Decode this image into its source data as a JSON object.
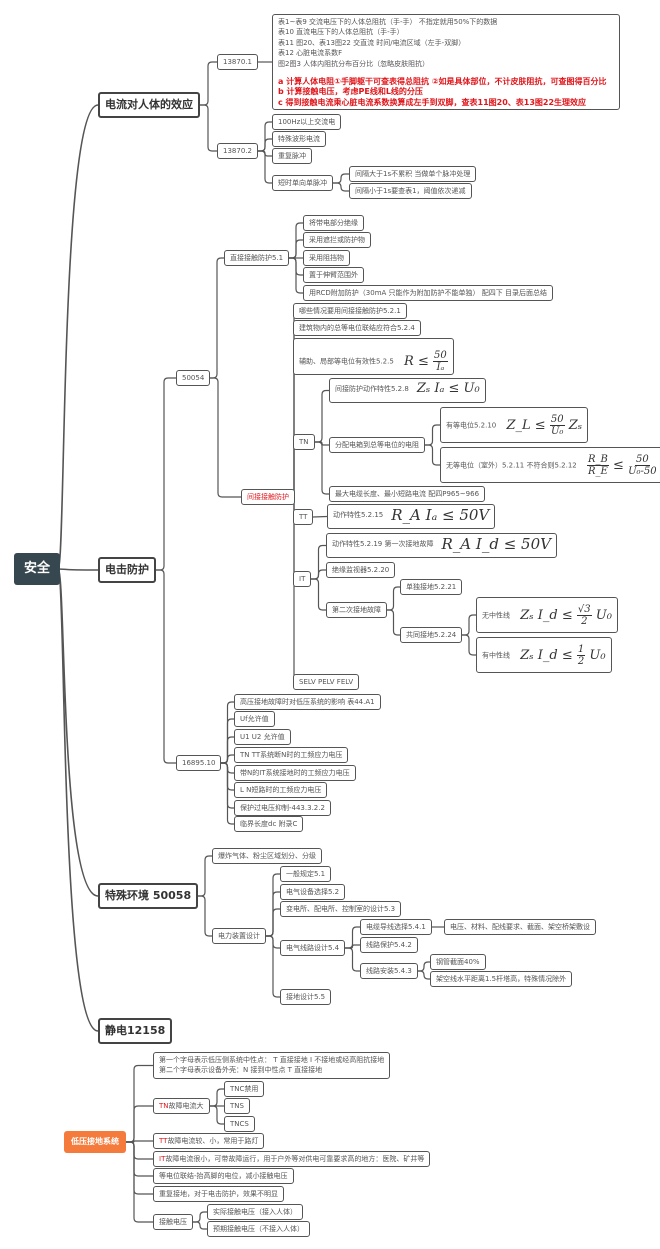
{
  "root": "安全",
  "effects": {
    "label": "电流对人体的效应",
    "s13870_1": {
      "label": "13870.1",
      "notes": [
        "表1~表9 交流电压下的人体总阻抗（手-手） 不指定就用50%下的数据",
        "表10 直流电压下的人体总阻抗（手-手）",
        "表11 图20、表13图22  交直流 时间/电流区域（左手-双脚）",
        "表12  心脏电流系数F",
        "图2图3 人体内阻抗分布百分比（忽略皮肤阻抗）"
      ],
      "key_points": [
        "a 计算人体电阻①手脚躯干可查表得总阻抗 ②如是具体部位，不计皮肤阻抗，可查图得百分比",
        "b 计算接触电压，考虑PE线和L线的分压",
        "c 得到接触电流乘心脏电流系数换算成左手到双脚，查表11图20、表13图22生理效应"
      ]
    },
    "s13870_2": {
      "label": "13870.2",
      "items": [
        "100Hz以上交流电",
        "特殊波形电流",
        "重复脉冲"
      ],
      "short_pulse": {
        "label": "短时单向单脉冲",
        "items": [
          "间隔大于1s不累积 当做单个脉冲处理",
          "间隔小于1s要查表1，阈值依次递减"
        ]
      }
    }
  },
  "shock": {
    "label": "电击防护",
    "s50054": {
      "label": "50054",
      "direct": {
        "label": "直接接触防护5.1",
        "items": [
          "将带电部分绝缘",
          "采用遮拦或防护物",
          "采用阻挡物",
          "置于伸臂范围外",
          "用RCD附加防护（30mA 只能作为附加防护不能单独） 配四下 目录后面总结"
        ]
      },
      "indirect": {
        "label": "间接接触防护",
        "when": "哪些情况要用间接接触防护5.2.1",
        "main_bonding": "建筑物内的总等电位联结应符合5.2.4",
        "local": {
          "label": "辅助、局部等电位有效性5.2.5",
          "lhs": "R ≤",
          "num": "50",
          "den": "Iₐ"
        },
        "tn": {
          "label": "TN",
          "action": {
            "label": "间接防护动作特性5.2.8",
            "formula": "Zₛ Iₐ ≤ U₀"
          },
          "resistance": {
            "label": "分配电箱到总等电位的电阻",
            "with_eq": {
              "label": "有等电位5.2.10",
              "lhs": "Z_L ≤",
              "num": "50",
              "den": "U₀",
              "rhs": "Zₛ"
            },
            "without_eq": {
              "label": "无等电位（室外）5.2.11  不符合则5.2.12",
              "num1": "R_B",
              "den1": "R_E",
              "op": "≤",
              "num2": "50",
              "den2": "U₀-50"
            }
          },
          "max_length": "最大电缆长度、最小短路电流 配四P965~966"
        },
        "tt": {
          "label": "TT",
          "action": {
            "label": "动作特性5.2.15",
            "formula": "R_A Iₐ ≤ 50V"
          }
        },
        "it": {
          "label": "IT",
          "first_fault": {
            "label": "动作特性5.2.19 第一次接地故障",
            "formula": "R_A I_d ≤ 50V"
          },
          "monitor": "绝缘监视器5.2.20",
          "second_fault": {
            "label": "第二次接地故障",
            "separate": "单独接地5.2.21",
            "common": {
              "label": "共同接地5.2.24",
              "no_neutral": {
                "label": "无中性线",
                "lhs": "Zₛ I_d ≤",
                "num": "√3",
                "den": "2",
                "rhs": "U₀"
              },
              "with_neutral": {
                "label": "有中性线",
                "lhs": "Zₛ I_d ≤",
                "num": "1",
                "den": "2",
                "rhs": "U₀"
              }
            }
          }
        },
        "selv": "SELV PELV FELV"
      }
    },
    "s16895": {
      "label": "16895.10",
      "items": [
        "高压接地故障时对低压系统的影响 表44.A1",
        "Uf允许值",
        "U1 U2 允许值",
        "TN TT系统断N时的工频应力电压",
        "带N的IT系统接地时的工频应力电压",
        "L N短路时的工频应力电压",
        "保护过电压抑制-443.3.2.2",
        "临界长度dc  附录C"
      ]
    }
  },
  "special": {
    "label": "特殊环境 50058",
    "zones": "爆炸气体、粉尘区域划分、分级",
    "design": {
      "label": "电力装置设计",
      "items": [
        "一般规定5.1",
        "电气设备选择5.2",
        "变电所、配电所、控制室的设计5.3"
      ],
      "wiring": {
        "label": "电气线路设计5.4",
        "cable": {
          "label": "电缆导线选择5.4.1",
          "detail": "电压、材料、配线要求、截面、架空桥架敷设"
        },
        "protection": "线路保护5.4.2",
        "install": {
          "label": "线路安装5.4.3",
          "items": [
            "钢管截面40%",
            "架空线水平距离1.5杆塔高，特殊情况除外"
          ]
        }
      },
      "earthing": "接地设计5.5"
    }
  },
  "static": {
    "label": "静电12158"
  },
  "lv_earthing": {
    "label": "低压接地系统",
    "letters": [
      "第一个字母表示低压侧系统中性点： T 直接接地  I 不接地或经高阻抗接地",
      "第二个字母表示设备外壳：N 接到中性点    T 直接接地"
    ],
    "tn": {
      "prefix": "TN",
      "label": "故障电流大",
      "items": [
        "TNC禁用",
        "TNS",
        "TNCS"
      ]
    },
    "tt": {
      "prefix": "TT",
      "label": "故障电流较、小，常用于路灯"
    },
    "it": {
      "prefix": "IT",
      "label": "故障电流很小，可带故障运行，用于户外等对供电可靠要求高的地方：医院、矿井等"
    },
    "bonding": "等电位联结-抬高脚的电位，减小接触电压",
    "re_earth": "重复接地，对于电击防护，效果不明显",
    "touch": {
      "label": "接触电压",
      "items": [
        "实际接触电压（接入人体）",
        "预期接触电压（不接入人体）"
      ]
    }
  },
  "colors": {
    "root": "#37474f",
    "accent_orange": "#f47b3c",
    "highlight_red": "#e0161b",
    "line": "#555555"
  }
}
